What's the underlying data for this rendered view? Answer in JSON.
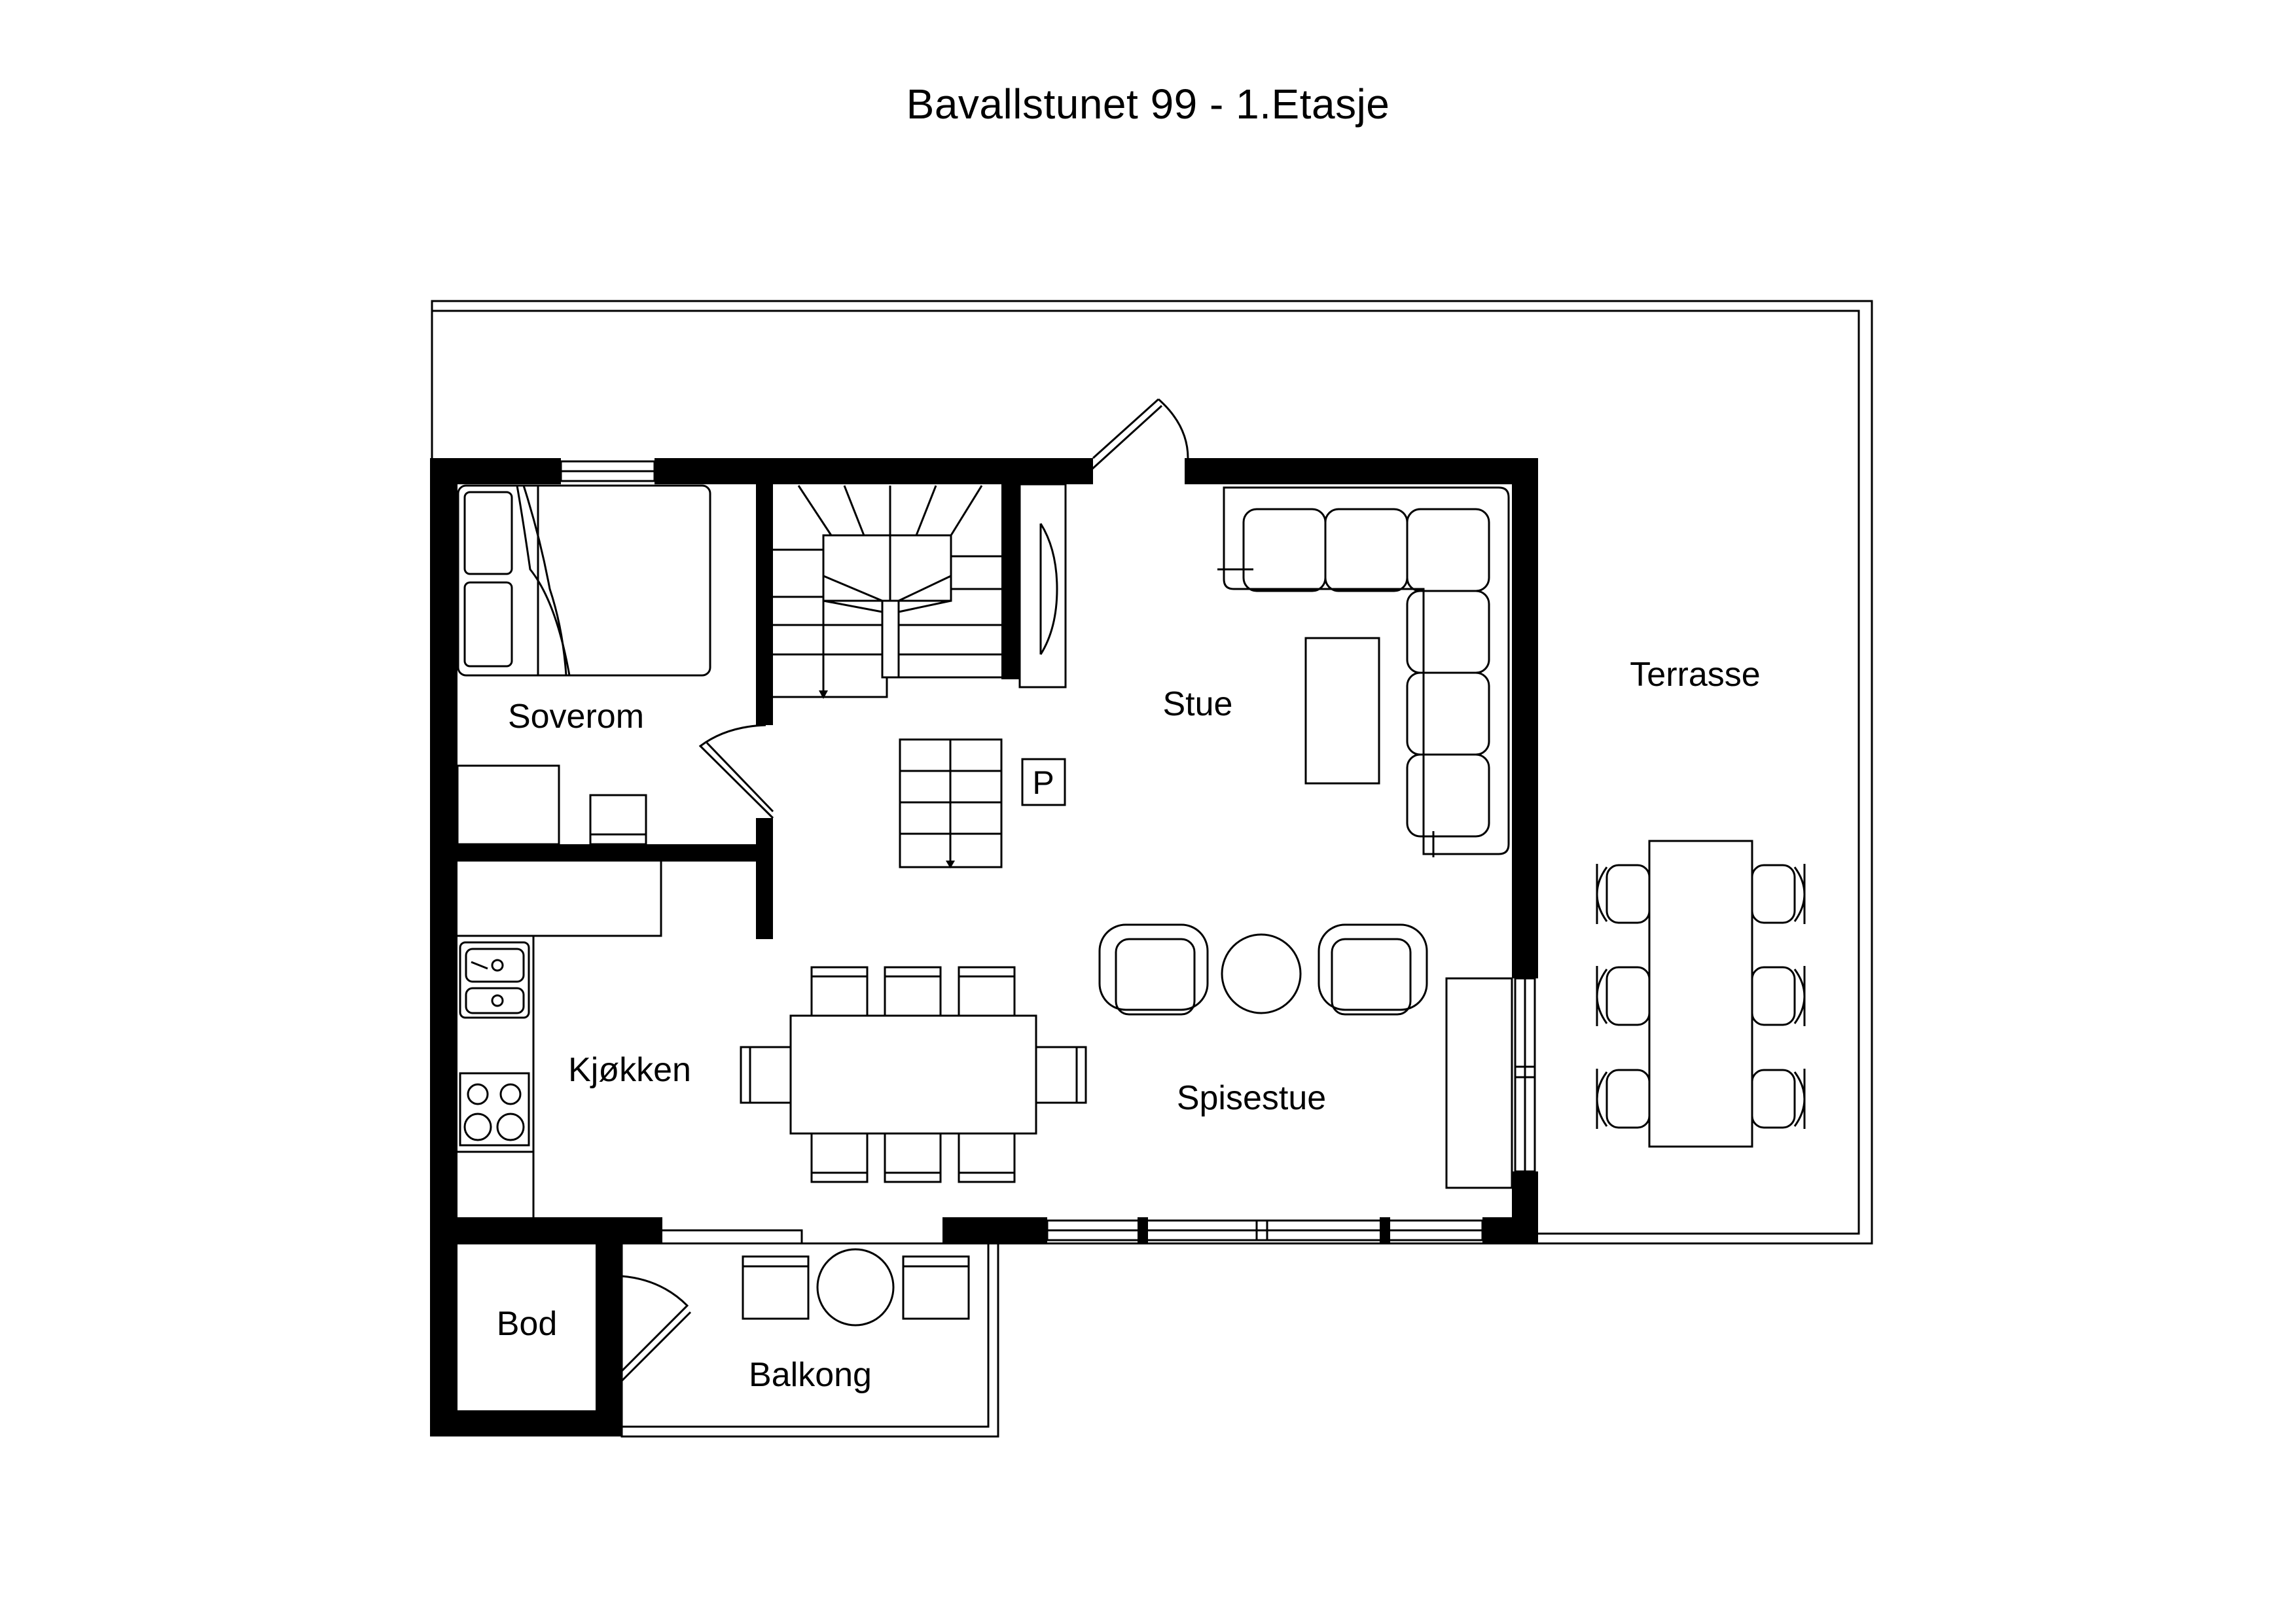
{
  "title": "Bavallstunet 99 -  1.Etasje",
  "rooms": {
    "soverom": "Soverom",
    "stue": "Stue",
    "terrasse": "Terrasse",
    "kjokken": "Kjøkken",
    "spisestue": "Spisestue",
    "bod": "Bod",
    "balkong": "Balkong"
  },
  "fireplace_label": "P",
  "colors": {
    "wall": "#000000",
    "line": "#000000",
    "background": "#ffffff"
  }
}
